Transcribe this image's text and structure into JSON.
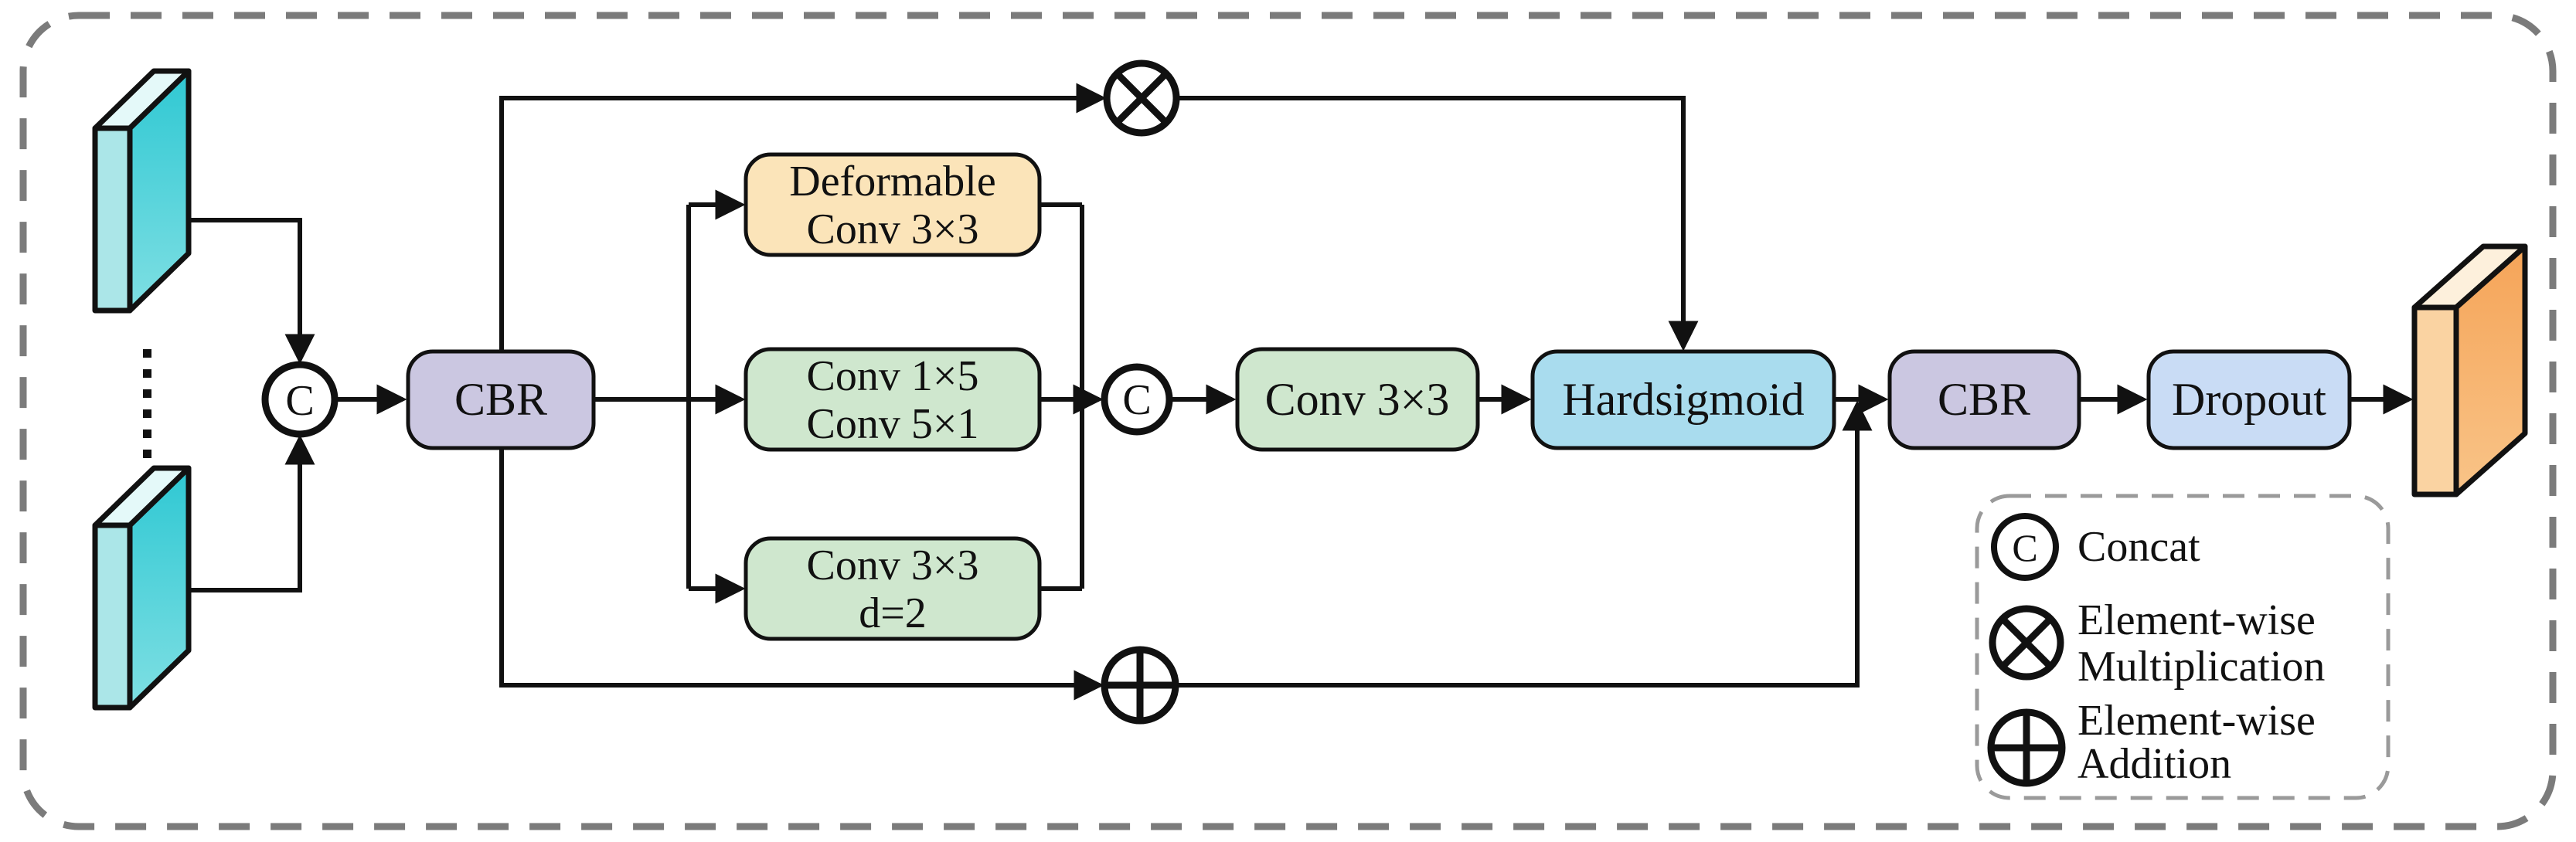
{
  "figure": {
    "type": "neural-network-architecture-diagram",
    "background": "#ffffff",
    "outer_border_color": "#7b7b7b",
    "legend_border_color": "#9a9a9a"
  },
  "nodes": {
    "input_concat": {
      "label": "C"
    },
    "cbr1": {
      "label": "CBR"
    },
    "deformable": {
      "line1": "Deformable",
      "line2": "Conv 3×3"
    },
    "conv15": {
      "line1": "Conv 1×5",
      "line2": "Conv 5×1"
    },
    "conv33d2": {
      "line1": "Conv 3×3",
      "line2": "d=2"
    },
    "mid_concat": {
      "label": "C"
    },
    "conv33": {
      "label": "Conv 3×3"
    },
    "hardsigmoid": {
      "label": "Hardsigmoid"
    },
    "cbr2": {
      "label": "CBR"
    },
    "dropout": {
      "label": "Dropout"
    }
  },
  "operators": {
    "multiply": {
      "name": "element-wise-multiplication"
    },
    "add": {
      "name": "element-wise-addition"
    }
  },
  "legend": {
    "concat": {
      "symbol": "C",
      "label": "Concat"
    },
    "multiply": {
      "line1": "Element-wise",
      "line2": "Multiplication"
    },
    "add": {
      "line1": "Element-wise",
      "line2": "Addition"
    }
  },
  "colors": {
    "cbr_fill": "#cbc7e1",
    "deformable_fill": "#fbe4b9",
    "green_fill": "#cfe7ce",
    "hardsigmoid_fill": "#a9dcee",
    "dropout_fill": "#c9dcf5",
    "teal_face": "#45ced8",
    "teal_strip": "#abe6e8",
    "teal_top": "#e4f9f9",
    "orange_face": "#f6aa5e",
    "orange_strip": "#fad3a2",
    "orange_top": "#fdf0dc",
    "line": "#111111"
  }
}
